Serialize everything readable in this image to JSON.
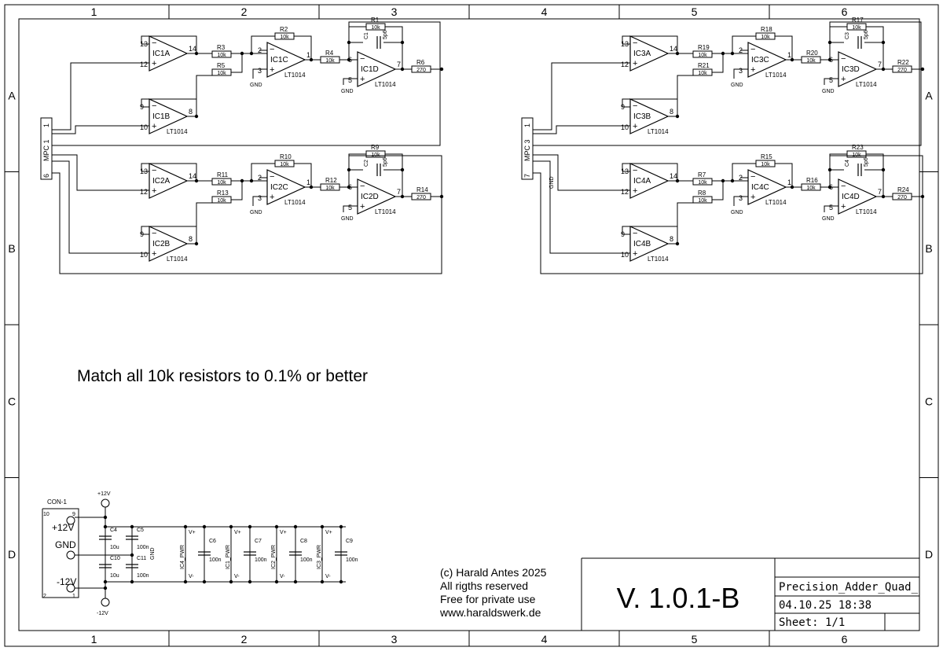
{
  "frame": {
    "columns": [
      "1",
      "2",
      "3",
      "4",
      "5",
      "6"
    ],
    "rows": [
      "A",
      "B",
      "C",
      "D"
    ]
  },
  "note": "Match all 10k resistors to 0.1% or better",
  "copyright": {
    "line1": "(c) Harald Antes 2025",
    "line2": "All rigths reserved",
    "line3": "Free for private use",
    "line4": "www.haraldswerk.de"
  },
  "title_block": {
    "version": "V. 1.0.1-B",
    "name": "Precision_Adder_Quad_",
    "date": "04.10.25 18:38",
    "sheet": "Sheet: 1/1"
  },
  "modules": [
    {
      "row1": {
        "in_a": "IC1A",
        "in_b": "IC1B",
        "sum": "IC1C",
        "out": "IC1D",
        "r_a": "R3",
        "r_b": "R5",
        "r_fb": "R2",
        "r_in": "R4",
        "r_opfb": "R1",
        "cap": "C1",
        "r_out": "R6"
      },
      "row2": {
        "in_a": "IC2A",
        "in_b": "IC2B",
        "sum": "IC2C",
        "out": "IC2D",
        "r_a": "R11",
        "r_b": "R13",
        "r_fb": "R10",
        "r_in": "R12",
        "r_opfb": "R9",
        "cap": "C2",
        "r_out": "R14"
      },
      "conn": {
        "label": "MPC 1",
        "pin_top": "1",
        "pin_bot": "6",
        "gnd": ""
      }
    },
    {
      "row1": {
        "in_a": "IC3A",
        "in_b": "IC3B",
        "sum": "IC3C",
        "out": "IC3D",
        "r_a": "R19",
        "r_b": "R21",
        "r_fb": "R18",
        "r_in": "R20",
        "r_opfb": "R17",
        "cap": "C3",
        "r_out": "R22"
      },
      "row2": {
        "in_a": "IC4A",
        "in_b": "IC4B",
        "sum": "IC4C",
        "out": "IC4D",
        "r_a": "R7",
        "r_b": "R8",
        "r_fb": "R15",
        "r_in": "R16",
        "r_opfb": "R23",
        "cap": "C4",
        "r_out": "R24"
      },
      "conn": {
        "label": "MPC 3",
        "pin_top": "1",
        "pin_bot": "7",
        "gnd": "GND"
      }
    }
  ],
  "parts": {
    "chip": "LT1014",
    "val_10k": "10k",
    "val_270": "270",
    "val_5p6": "5p6",
    "gnd": "GND"
  },
  "power": {
    "conn": "CON-1",
    "p10": "10",
    "p9": "9",
    "p2": "2",
    "p1": "1",
    "plus_label": "+12V",
    "gnd_label": "GND",
    "minus_label": "-12V",
    "plus_rail": "+12V",
    "minus_rail": "-12V",
    "c4": "C4",
    "c4v": "10u",
    "c10": "C10",
    "c10v": "10u",
    "c5": "C5",
    "c5v": "100n",
    "c11": "C11",
    "c11v": "100n",
    "gnd_v": "GND",
    "vplus": "V+",
    "vminus": "V-",
    "pwr": [
      "IC4_PWR",
      "IC1_PWR",
      "IC2_PWR",
      "IC3_PWR"
    ],
    "caps": [
      "C6",
      "C7",
      "C8",
      "C9"
    ],
    "cap_val": "100n"
  }
}
